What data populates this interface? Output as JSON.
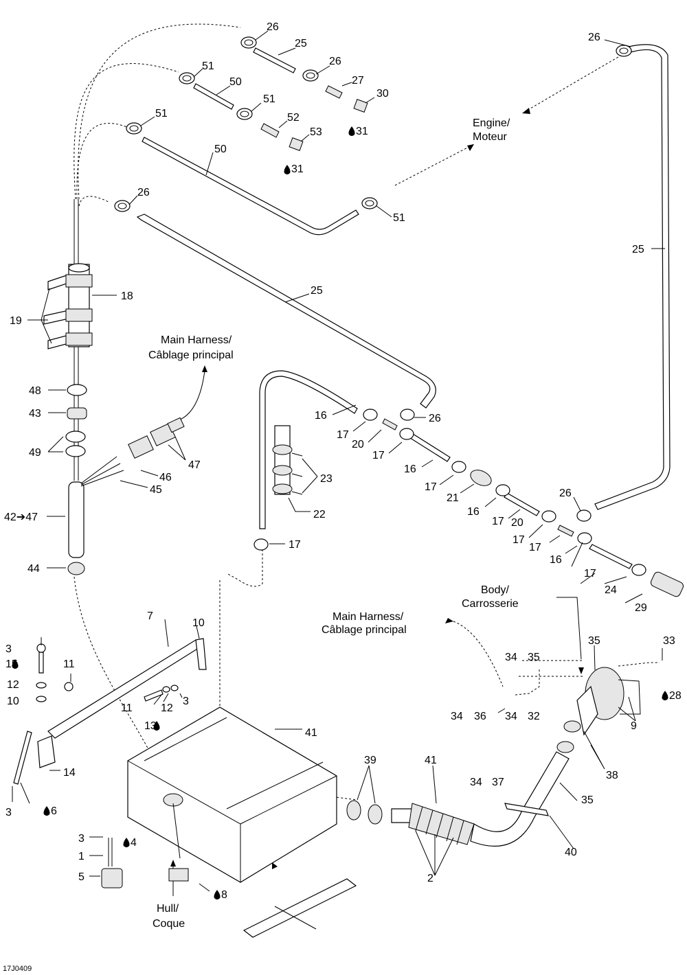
{
  "drawing_id": "17J0409",
  "callouts": [
    {
      "id": "c1",
      "text": "26"
    },
    {
      "id": "c2",
      "text": "25"
    },
    {
      "id": "c3",
      "text": "26"
    },
    {
      "id": "c4",
      "text": "27"
    },
    {
      "id": "c5",
      "text": "30"
    },
    {
      "id": "c6",
      "text": "31"
    },
    {
      "id": "c7",
      "text": "51"
    },
    {
      "id": "c8",
      "text": "50"
    },
    {
      "id": "c9",
      "text": "51"
    },
    {
      "id": "c10",
      "text": "52"
    },
    {
      "id": "c11",
      "text": "53"
    },
    {
      "id": "c12",
      "text": "31"
    },
    {
      "id": "c13",
      "text": "51"
    },
    {
      "id": "c14",
      "text": "50"
    },
    {
      "id": "c15",
      "text": "26"
    },
    {
      "id": "c16",
      "text": "51"
    },
    {
      "id": "c17",
      "text": "26"
    },
    {
      "id": "c18",
      "text": "25"
    },
    {
      "id": "c19",
      "text": "25"
    },
    {
      "id": "c20",
      "text": "18"
    },
    {
      "id": "c21",
      "text": "19"
    },
    {
      "id": "c22",
      "text": "48"
    },
    {
      "id": "c23",
      "text": "43"
    },
    {
      "id": "c24",
      "text": "49"
    },
    {
      "id": "c25",
      "text": "47"
    },
    {
      "id": "c26",
      "text": "46"
    },
    {
      "id": "c27",
      "text": "45"
    },
    {
      "id": "c28",
      "text": "42➔47"
    },
    {
      "id": "c29",
      "text": "44"
    },
    {
      "id": "c30",
      "text": "16"
    },
    {
      "id": "c31",
      "text": "26"
    },
    {
      "id": "c32",
      "text": "17"
    },
    {
      "id": "c33",
      "text": "20"
    },
    {
      "id": "c34",
      "text": "17"
    },
    {
      "id": "c35",
      "text": "16"
    },
    {
      "id": "c36",
      "text": "23"
    },
    {
      "id": "c37",
      "text": "22"
    },
    {
      "id": "c38",
      "text": "17"
    },
    {
      "id": "c39",
      "text": "21"
    },
    {
      "id": "c40",
      "text": "17"
    },
    {
      "id": "c41",
      "text": "16"
    },
    {
      "id": "c42",
      "text": "26"
    },
    {
      "id": "c43",
      "text": "17"
    },
    {
      "id": "c44",
      "text": "20"
    },
    {
      "id": "c45",
      "text": "17"
    },
    {
      "id": "c46",
      "text": "17"
    },
    {
      "id": "c47",
      "text": "16"
    },
    {
      "id": "c48",
      "text": "17"
    },
    {
      "id": "c49",
      "text": "24"
    },
    {
      "id": "c50",
      "text": "29"
    },
    {
      "id": "c51",
      "text": "35"
    },
    {
      "id": "c52",
      "text": "34"
    },
    {
      "id": "c53",
      "text": "35"
    },
    {
      "id": "c54",
      "text": "34"
    },
    {
      "id": "c55",
      "text": "36"
    },
    {
      "id": "c56",
      "text": "34"
    },
    {
      "id": "c57",
      "text": "32"
    },
    {
      "id": "c58",
      "text": "33"
    },
    {
      "id": "c59",
      "text": "28"
    },
    {
      "id": "c60",
      "text": "9"
    },
    {
      "id": "c61",
      "text": "7"
    },
    {
      "id": "c62",
      "text": "10"
    },
    {
      "id": "c63",
      "text": "3"
    },
    {
      "id": "c64",
      "text": "15"
    },
    {
      "id": "c65",
      "text": "11"
    },
    {
      "id": "c66",
      "text": "12"
    },
    {
      "id": "c67",
      "text": "10"
    },
    {
      "id": "c68",
      "text": "11"
    },
    {
      "id": "c69",
      "text": "12"
    },
    {
      "id": "c70",
      "text": "3"
    },
    {
      "id": "c71",
      "text": "13"
    },
    {
      "id": "c72",
      "text": "14"
    },
    {
      "id": "c73",
      "text": "3"
    },
    {
      "id": "c74",
      "text": "6"
    },
    {
      "id": "c75",
      "text": "41"
    },
    {
      "id": "c76",
      "text": "39"
    },
    {
      "id": "c77",
      "text": "41"
    },
    {
      "id": "c78",
      "text": "38"
    },
    {
      "id": "c79",
      "text": "35"
    },
    {
      "id": "c80",
      "text": "34"
    },
    {
      "id": "c81",
      "text": "37"
    },
    {
      "id": "c82",
      "text": "40"
    },
    {
      "id": "c83",
      "text": "2"
    },
    {
      "id": "c84",
      "text": "3"
    },
    {
      "id": "c85",
      "text": "4"
    },
    {
      "id": "c86",
      "text": "1"
    },
    {
      "id": "c87",
      "text": "5"
    },
    {
      "id": "c88",
      "text": "8"
    }
  ],
  "notes": {
    "engine": [
      "Engine/",
      "Moteur"
    ],
    "main_harness_top": [
      "Main Harness/",
      "Câblage principal"
    ],
    "main_harness_right": [
      "Main Harness/",
      "Câblage principal"
    ],
    "body": [
      "Body/",
      "Carrosserie"
    ],
    "hull": [
      "Hull/",
      "Coque"
    ]
  }
}
